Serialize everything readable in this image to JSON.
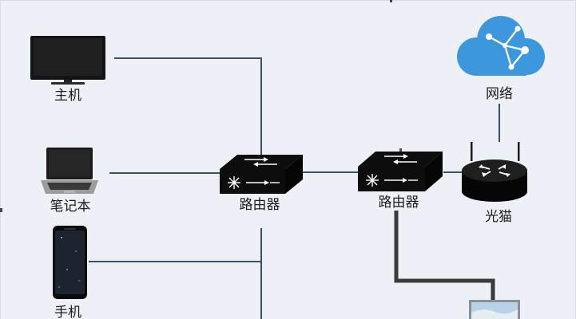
{
  "nodes": {
    "host": {
      "label": "主机",
      "icon": "desktop-monitor-icon"
    },
    "laptop": {
      "label": "笔记本",
      "icon": "laptop-icon"
    },
    "phone": {
      "label": "手机",
      "icon": "smartphone-icon"
    },
    "router_left": {
      "label": "路由器",
      "icon": "router-switch-icon"
    },
    "router_right": {
      "label": "路由器",
      "icon": "router-switch-icon"
    },
    "network": {
      "label": "网络",
      "icon": "cloud-network-icon"
    },
    "modem": {
      "label": "光猫",
      "icon": "optical-modem-icon"
    },
    "bottom_device": {
      "icon": "monitor-screen-icon"
    }
  },
  "colors": {
    "background": "#edf0f6",
    "link": "#3f4f63",
    "thick_link": "#3a3a3a",
    "cloud": "#3c97dc",
    "device_dark": "#141414"
  }
}
